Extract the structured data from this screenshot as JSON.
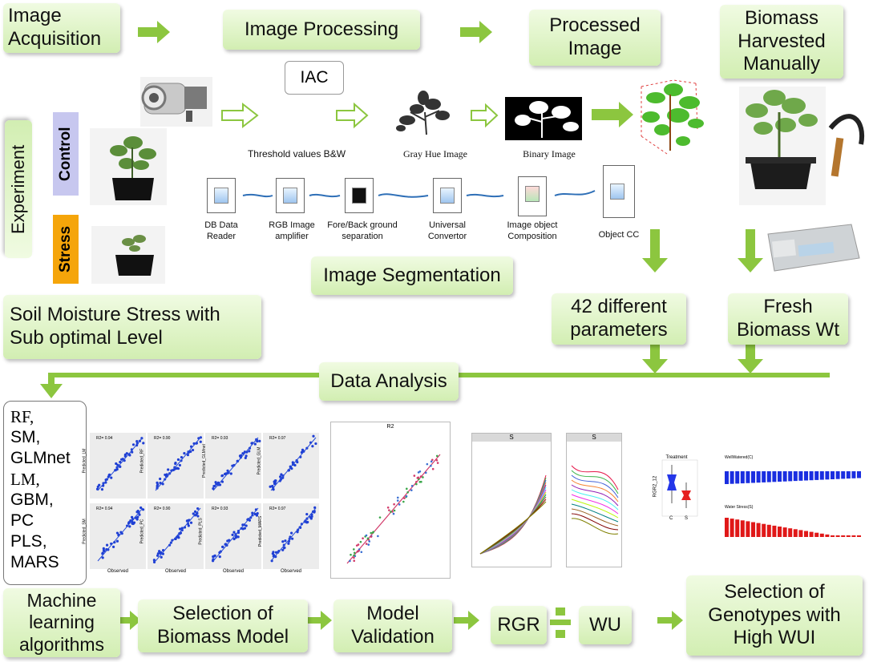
{
  "flow": {
    "image_acquisition": "Image\nAcquisition",
    "image_processing": "Image Processing",
    "processed_image": "Processed\nImage",
    "biomass_harvested": "Biomass\nHarvested\nManually",
    "iac": "IAC",
    "threshold": "Threshold values B&W",
    "gray_hue": "Gray Hue Image",
    "binary_image": "Binary Image",
    "experiment": "Experiment",
    "control": "Control",
    "stress": "Stress",
    "image_segmentation": "Image Segmentation",
    "soil_moisture": "Soil Moisture Stress  with\nSub optimal Level",
    "parameters": "42 different\nparameters",
    "fresh_biomass": "Fresh\nBiomass Wt",
    "data_analysis": "Data Analysis",
    "machine_learning": "Machine\nlearning\nalgorithms",
    "selection_biomass": "Selection of\nBiomass Model",
    "model_validation": "Model\nValidation",
    "rgr": "RGR",
    "wu": "WU",
    "selection_genotypes": "Selection of\nGenotypes with\nHigh WUI"
  },
  "pipeline_nodes": [
    {
      "label": "DB Data\nReader"
    },
    {
      "label": "RGB Image\namplifier"
    },
    {
      "label": "Fore/Back ground\nseparation"
    },
    {
      "label": "Universal\nConvertor"
    },
    {
      "label": "Image object\nComposition"
    },
    {
      "label": "Object CC"
    }
  ],
  "algorithms": [
    "RF,",
    "SM,",
    "GLMnet",
    "LM,",
    "GBM,",
    "PC",
    "PLS,",
    "MARS"
  ],
  "mini_plots": {
    "scatter_ylabels": [
      "Predicted_LM",
      "Predicted_RF",
      "Predicted_GLMnet",
      "Predicted_GLM",
      "Predicted_SM",
      "Predicted_PC",
      "Predicted_PLS",
      "Predicted_MARS"
    ],
    "scatter_xlabel": "Observed",
    "stat_lines": [
      "R2= 0.94",
      "R2= 0.90",
      "R2= 0.93",
      "R2= 0.97"
    ],
    "facet_label": "S",
    "box_title": "Treatment",
    "box_ylabel": "RGR2_12",
    "box_cats": [
      "C",
      "S"
    ],
    "bar_title_top": "WellWatered(C)",
    "bar_title_bottom": "Water Stress(S)",
    "scatter_title": "R2"
  },
  "colors": {
    "arrow_green": "#8cc63f",
    "box_fill_top": "#f0fbe2",
    "box_fill_bottom": "#d2eeb2",
    "control_bg": "#c7c7ef",
    "stress_bg": "#f5a50a",
    "scatter_blue": "#1f3fd4",
    "bar_blue": "#1a2ee0",
    "bar_red": "#e01818"
  }
}
